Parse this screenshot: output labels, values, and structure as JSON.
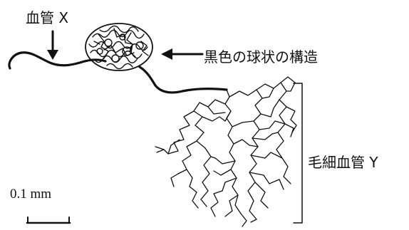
{
  "labels": {
    "vessel_x": "血管 X",
    "black_ball": "黒色の球状の構造",
    "capillary_y": "毛細血管 Y",
    "scale": "0.1 mm"
  }
}
